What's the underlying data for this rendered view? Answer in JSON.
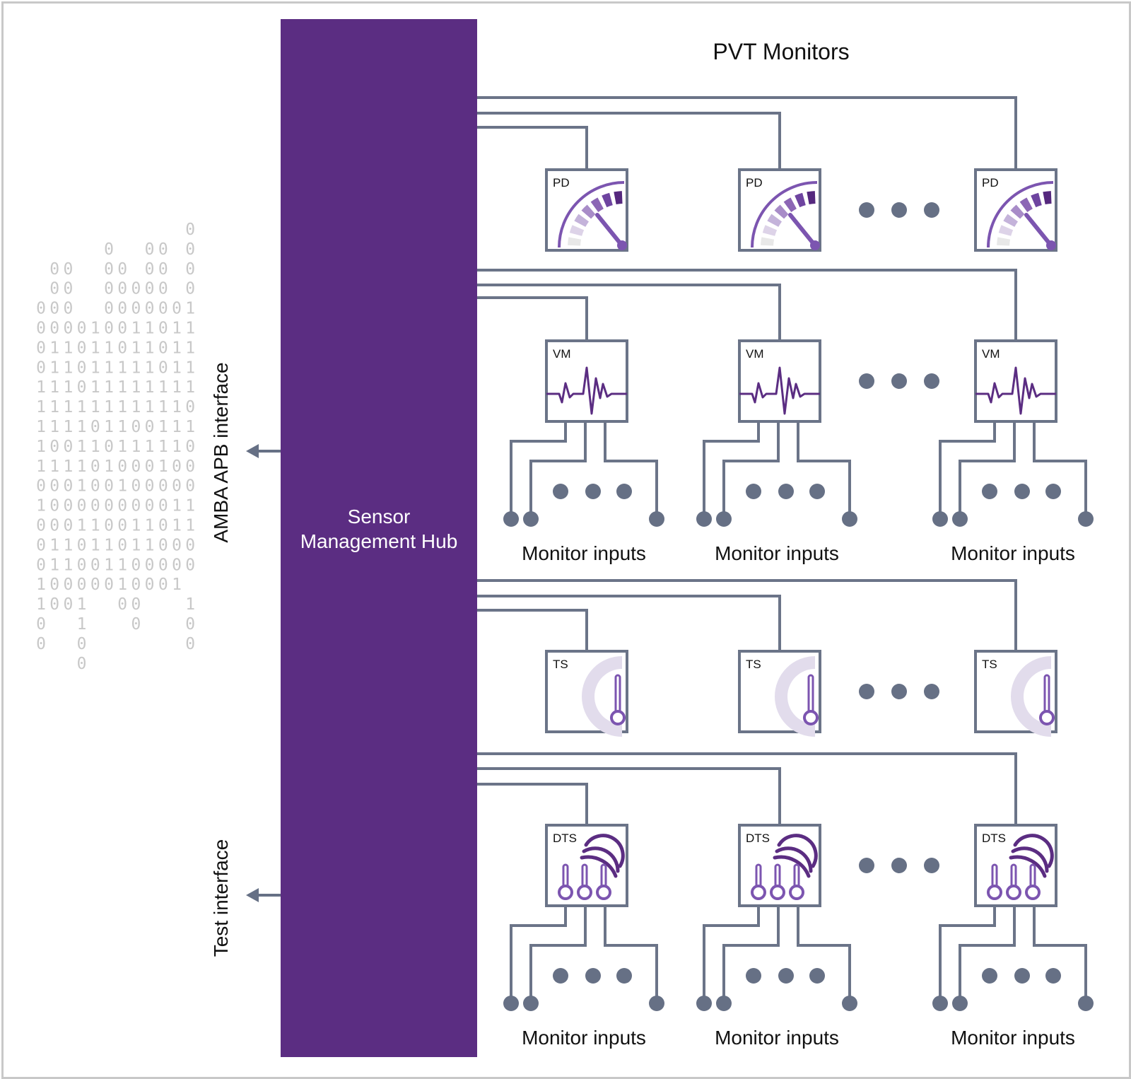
{
  "title": "PVT Monitors",
  "hub": {
    "line1": "Sensor",
    "line2": "Management Hub",
    "color": "#5b2d82"
  },
  "interfaces": [
    {
      "label": "AMBA APB interface",
      "direction": "out-left"
    },
    {
      "label": "Test interface",
      "direction": "out-left"
    }
  ],
  "rows": [
    {
      "type": "PD",
      "icon": "gauge-icon",
      "has_inputs": false
    },
    {
      "type": "VM",
      "icon": "waveform-icon",
      "has_inputs": true
    },
    {
      "type": "TS",
      "icon": "thermometer-icon",
      "has_inputs": false
    },
    {
      "type": "DTS",
      "icon": "distributed-thermometer-icon",
      "has_inputs": true
    }
  ],
  "inputs_label": "Monitor inputs",
  "colors": {
    "wire": "#6b7488",
    "accent": "#5b2d82",
    "accent_light": "#e2dcec",
    "binary": "#c8c8c8"
  },
  "binary_rows": [
    "           0",
    "     0  00 0",
    " 00  00 00 0",
    " 00  00000 0",
    "000  0000001",
    "000010011011",
    "011011011011",
    "011011111011",
    "111011111111",
    "111111111110",
    "111101100111",
    "100110111110",
    "111101000100",
    "000100100000",
    "100000000011",
    "000110011011",
    "011011011000",
    "011001100000",
    "10000010001",
    "1001  00   1",
    "0  1   0   0",
    "0  0       0",
    "   0"
  ]
}
